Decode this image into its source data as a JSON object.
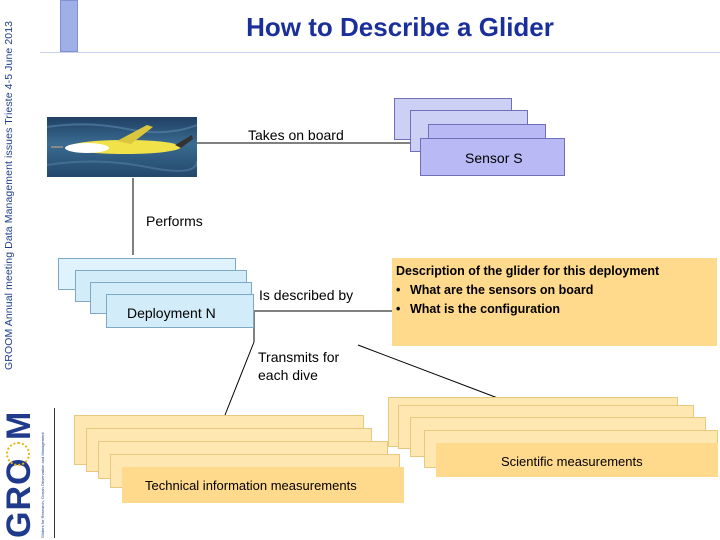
{
  "slide": {
    "title": "How to Describe a Glider",
    "side_text": "GROOM Annual meeting   Data Management  issues    Trieste 4-5 June 2013",
    "logo_text": "GROOM",
    "logo_tagline": "Gliders for Research, Ocean Observation and Management"
  },
  "diagram": {
    "takes_on_board": "Takes on board",
    "sensor_label": "Sensor   S",
    "performs": "Performs",
    "deployment_label": "Deployment N",
    "is_described_by": "Is described by",
    "description": {
      "heading": "Description of the glider for this deployment",
      "bullets": [
        "What are the sensors on board",
        "What is the configuration"
      ]
    },
    "transmits_line1": "Transmits for",
    "transmits_line2": " each dive",
    "scientific_label": "Scientific measurements",
    "technical_label": "Technical information  measurements"
  },
  "colors": {
    "title": "#1b2f9a",
    "sensor_fill": "#b9b9f5",
    "deployment_fill": "#d3ecf9",
    "description_fill": "#ffd98c",
    "measurement_fill": "#ffd98c"
  }
}
